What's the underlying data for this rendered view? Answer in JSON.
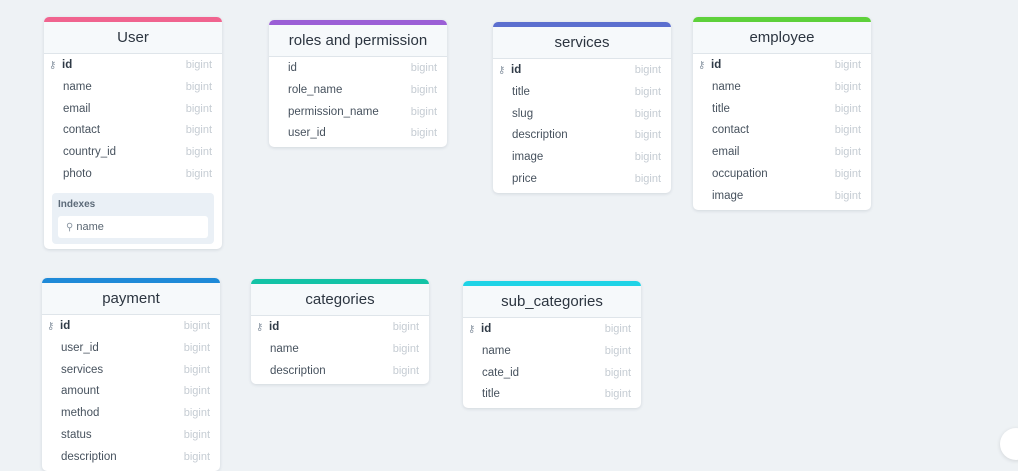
{
  "tables": {
    "user": {
      "name": "User",
      "color": "#f0648f",
      "fields": [
        {
          "name": "id",
          "type": "bigint",
          "pk": true
        },
        {
          "name": "name",
          "type": "bigint"
        },
        {
          "name": "email",
          "type": "bigint"
        },
        {
          "name": "contact",
          "type": "bigint"
        },
        {
          "name": "country_id",
          "type": "bigint"
        },
        {
          "name": "photo",
          "type": "bigint"
        }
      ],
      "indexes_title": "Indexes",
      "indexes": [
        "name"
      ]
    },
    "roles": {
      "name": "roles and permission",
      "color": "#9b5fd6",
      "fields": [
        {
          "name": "id",
          "type": "bigint"
        },
        {
          "name": "role_name",
          "type": "bigint"
        },
        {
          "name": "permission_name",
          "type": "bigint"
        },
        {
          "name": "user_id",
          "type": "bigint"
        }
      ]
    },
    "services": {
      "name": "services",
      "color": "#5b6fcf",
      "fields": [
        {
          "name": "id",
          "type": "bigint",
          "pk": true
        },
        {
          "name": "title",
          "type": "bigint"
        },
        {
          "name": "slug",
          "type": "bigint"
        },
        {
          "name": "description",
          "type": "bigint"
        },
        {
          "name": "image",
          "type": "bigint"
        },
        {
          "name": "price",
          "type": "bigint"
        }
      ]
    },
    "employee": {
      "name": "employee",
      "color": "#5ed13b",
      "fields": [
        {
          "name": "id",
          "type": "bigint",
          "pk": true
        },
        {
          "name": "name",
          "type": "bigint"
        },
        {
          "name": "title",
          "type": "bigint"
        },
        {
          "name": "contact",
          "type": "bigint"
        },
        {
          "name": "email",
          "type": "bigint"
        },
        {
          "name": "occupation",
          "type": "bigint"
        },
        {
          "name": "image",
          "type": "bigint"
        }
      ]
    },
    "payment": {
      "name": "payment",
      "color": "#1f8ad8",
      "fields": [
        {
          "name": "id",
          "type": "bigint",
          "pk": true
        },
        {
          "name": "user_id",
          "type": "bigint"
        },
        {
          "name": "services",
          "type": "bigint"
        },
        {
          "name": "amount",
          "type": "bigint"
        },
        {
          "name": "method",
          "type": "bigint"
        },
        {
          "name": "status",
          "type": "bigint"
        },
        {
          "name": "description",
          "type": "bigint"
        }
      ]
    },
    "categories": {
      "name": "categories",
      "color": "#13c3a6",
      "fields": [
        {
          "name": "id",
          "type": "bigint",
          "pk": true
        },
        {
          "name": "name",
          "type": "bigint"
        },
        {
          "name": "description",
          "type": "bigint"
        }
      ]
    },
    "sub_categories": {
      "name": "sub_categories",
      "color": "#1fd3e6",
      "fields": [
        {
          "name": "id",
          "type": "bigint",
          "pk": true
        },
        {
          "name": "name",
          "type": "bigint"
        },
        {
          "name": "cate_id",
          "type": "bigint"
        },
        {
          "name": "title",
          "type": "bigint"
        }
      ]
    }
  },
  "icons": {
    "primary_key": "key-icon",
    "index": "pin-icon"
  }
}
